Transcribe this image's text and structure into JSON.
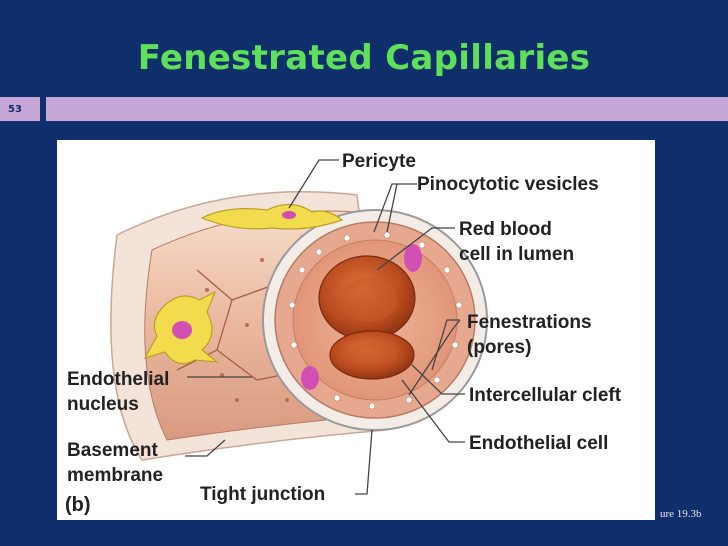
{
  "slide": {
    "title": "Fenestrated Capillaries",
    "number": "53",
    "caption": "ure 19.3b"
  },
  "figure": {
    "panel_label": "(b)",
    "labels": {
      "pericyte": "Pericyte",
      "pinocytotic": "Pinocytotic vesicles",
      "rbc_1": "Red blood",
      "rbc_2": "cell in lumen",
      "fenestrations_1": "Fenestrations",
      "fenestrations_2": "(pores)",
      "intercellular_cleft": "Intercellular cleft",
      "endothelial_cell": "Endothelial cell",
      "endothelial_nucleus_1": "Endothelial",
      "endothelial_nucleus_2": "nucleus",
      "basement_1": "Basement",
      "basement_2": "membrane",
      "tight_junction": "Tight junction"
    }
  },
  "colors": {
    "background": "#0e2f6b",
    "title": "#5fe05a",
    "rule": "#c7a6d8",
    "tissue": "#e9a58d",
    "lumen_rbc": "#c24f22",
    "pericyte": "#f2dc4e",
    "nucleus": "#d24fb4"
  }
}
